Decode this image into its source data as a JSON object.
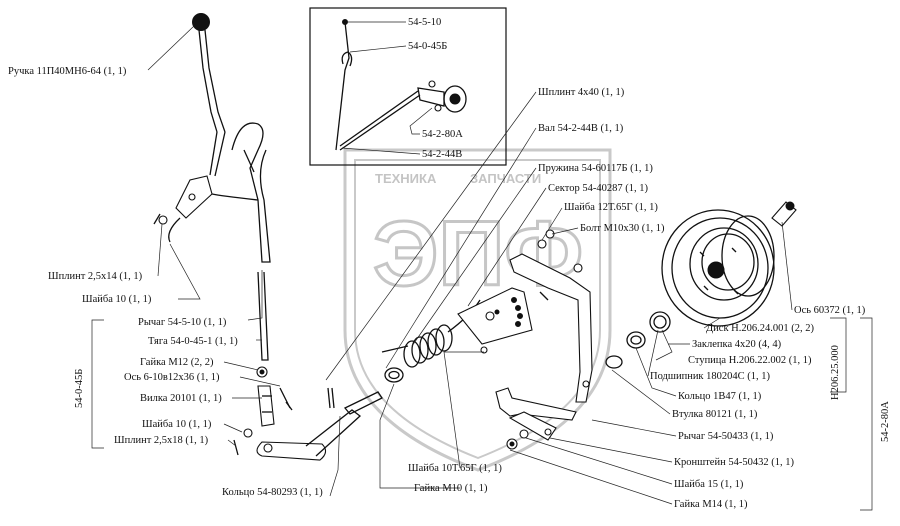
{
  "watermark": {
    "brand": "ЭПФ",
    "tagline_left": "ТЕХНИКА",
    "tagline_right": "ЗАПЧАСТИ"
  },
  "inset": {
    "labels": [
      "54-5-10",
      "54-0-45Б",
      "54-2-80А",
      "54-2-44В"
    ]
  },
  "callouts": {
    "ruchka": "Ручка 11П40МН6-64 (1, 1)",
    "shplint_2_5x14": "Шплинт 2,5х14 (1, 1)",
    "shaiba_10_top": "Шайба 10 (1, 1)",
    "rychag_54_5_10": "Рычаг 54-5-10 (1, 1)",
    "tyaga": "Тяга 54-0-45-1 (1, 1)",
    "gaika_m12": "Гайка М12 (2, 2)",
    "os_6_10": "Ось 6-10в12х36 (1, 1)",
    "vilka": "Вилка 20101 (1, 1)",
    "shaiba_10_bottom": "Шайба 10 (1, 1)",
    "shplint_2_5x18": "Шплинт 2,5х18 (1, 1)",
    "shplint_4x40": "Шплинт 4х40 (1, 1)",
    "val": "Вал 54-2-44В (1, 1)",
    "pruzhina": "Пружина 54-60117Б (1, 1)",
    "sektor": "Сектор 54-40287 (1, 1)",
    "shaiba_12t": "Шайба 12Т.65Г (1, 1)",
    "bolt": "Болт М10х30 (1, 1)",
    "os_60372": "Ось 60372 (1, 1)",
    "disk": "Диск Н.206.24.001 (2, 2)",
    "zaklepka": "Заклепка 4х20 (4, 4)",
    "stupica": "Ступица Н.206.22.002 (1, 1)",
    "podshipnik": "Подшипник 180204С (1, 1)",
    "kolco_1v47": "Кольцо 1В47 (1, 1)",
    "vtulka": "Втулка 80121 (1, 1)",
    "rychag_54_50433": "Рычаг 54-50433 (1, 1)",
    "kronshtein": "Кронштейн 54-50432 (1, 1)",
    "shaiba_15": "Шайба 15 (1, 1)",
    "gaika_m14": "Гайка М14 (1, 1)",
    "shaiba_10t": "Шайба 10Т.65Г (1, 1)",
    "gaika_m10": "Гайка М10 (1, 1)",
    "kolco_80293": "Кольцо 54-80293 (1, 1)"
  },
  "groups": {
    "left_bracket": "54-0-45Б",
    "right_inner": "Н206.25.000",
    "right_outer": "54-2-80А"
  }
}
